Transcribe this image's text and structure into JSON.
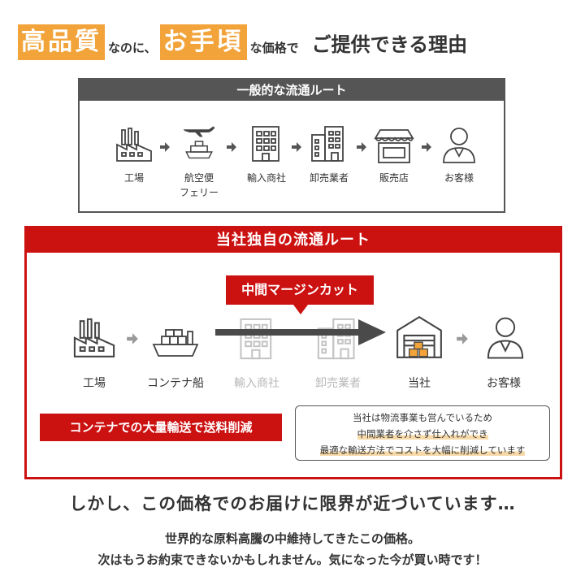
{
  "header": {
    "box1": "高品質",
    "mid1": "なのに、",
    "box2": "お手頃",
    "mid2": "な価格で",
    "tail": "ご提供できる理由",
    "accent": "#f2a33a"
  },
  "general_route": {
    "title": "一般的な流通ルート",
    "items": [
      {
        "icon": "factory-icon",
        "label": "工場",
        "label2": ""
      },
      {
        "icon": "airplane-ferry-icon",
        "label": "航空便",
        "label2": "フェリー"
      },
      {
        "icon": "building-icon",
        "label": "輸入商社",
        "label2": ""
      },
      {
        "icon": "wholesale-buildings-icon",
        "label": "卸売業者",
        "label2": ""
      },
      {
        "icon": "shop-icon",
        "label": "販売店",
        "label2": ""
      },
      {
        "icon": "customer-icon",
        "label": "お客様",
        "label2": ""
      }
    ]
  },
  "company_route": {
    "title": "当社独自の流通ルート",
    "cut_label": "中間マージンカット",
    "items": [
      {
        "icon": "factory-icon",
        "label": "工場"
      },
      {
        "icon": "container-ship-icon",
        "label": "コンテナ船"
      },
      {
        "icon": "building-icon",
        "label": "輸入商社"
      },
      {
        "icon": "wholesale-buildings-icon",
        "label": "卸売業者"
      },
      {
        "icon": "warehouse-icon",
        "label": "当社"
      },
      {
        "icon": "customer-icon",
        "label": "お客様"
      }
    ],
    "red_label": "コンテナでの大量輸送で送料削減",
    "info_lines": [
      "当社は物流事業も営んでいるため",
      "中間業者を介さず仕入れができ",
      "最適な輸送方法でコストを大幅に削減しています"
    ],
    "accent": "#cc1111"
  },
  "bottom": {
    "main": "しかし、この価格でのお届けに限界が近づいています…",
    "line1": "世界的な原料高騰の中維持してきたこの価格。",
    "line2": "次はもうお約束できないかもしれません。気になった今が買い時です！"
  }
}
